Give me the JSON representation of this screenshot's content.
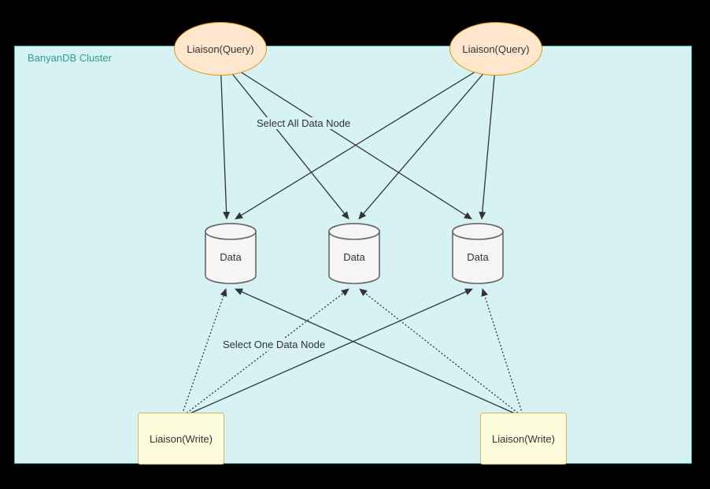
{
  "diagram": {
    "cluster": {
      "label": "BanyanDB Cluster"
    },
    "query_nodes": [
      {
        "label": "Liaison(Query)"
      },
      {
        "label": "Liaison(Query)"
      }
    ],
    "data_nodes": [
      {
        "label": "Data"
      },
      {
        "label": "Data"
      },
      {
        "label": "Data"
      }
    ],
    "write_nodes": [
      {
        "label": "Liaison(Write)"
      },
      {
        "label": "Liaison(Write)"
      }
    ],
    "edge_labels": {
      "select_all": "Select All Data Node",
      "select_one": "Select One Data Node"
    },
    "colors": {
      "canvas_background": "#000000",
      "cluster_fill": "#d7f2f2",
      "cluster_border": "#4ab5ad",
      "cluster_text": "#2b9e96",
      "query_node_fill": "#ffe6cc",
      "query_node_border": "#d79b00",
      "data_node_fill": "#f5f5f5",
      "data_node_border": "#666666",
      "write_node_fill": "#fdfcdc",
      "write_node_border": "#d6b656",
      "edge": "#333333"
    }
  }
}
